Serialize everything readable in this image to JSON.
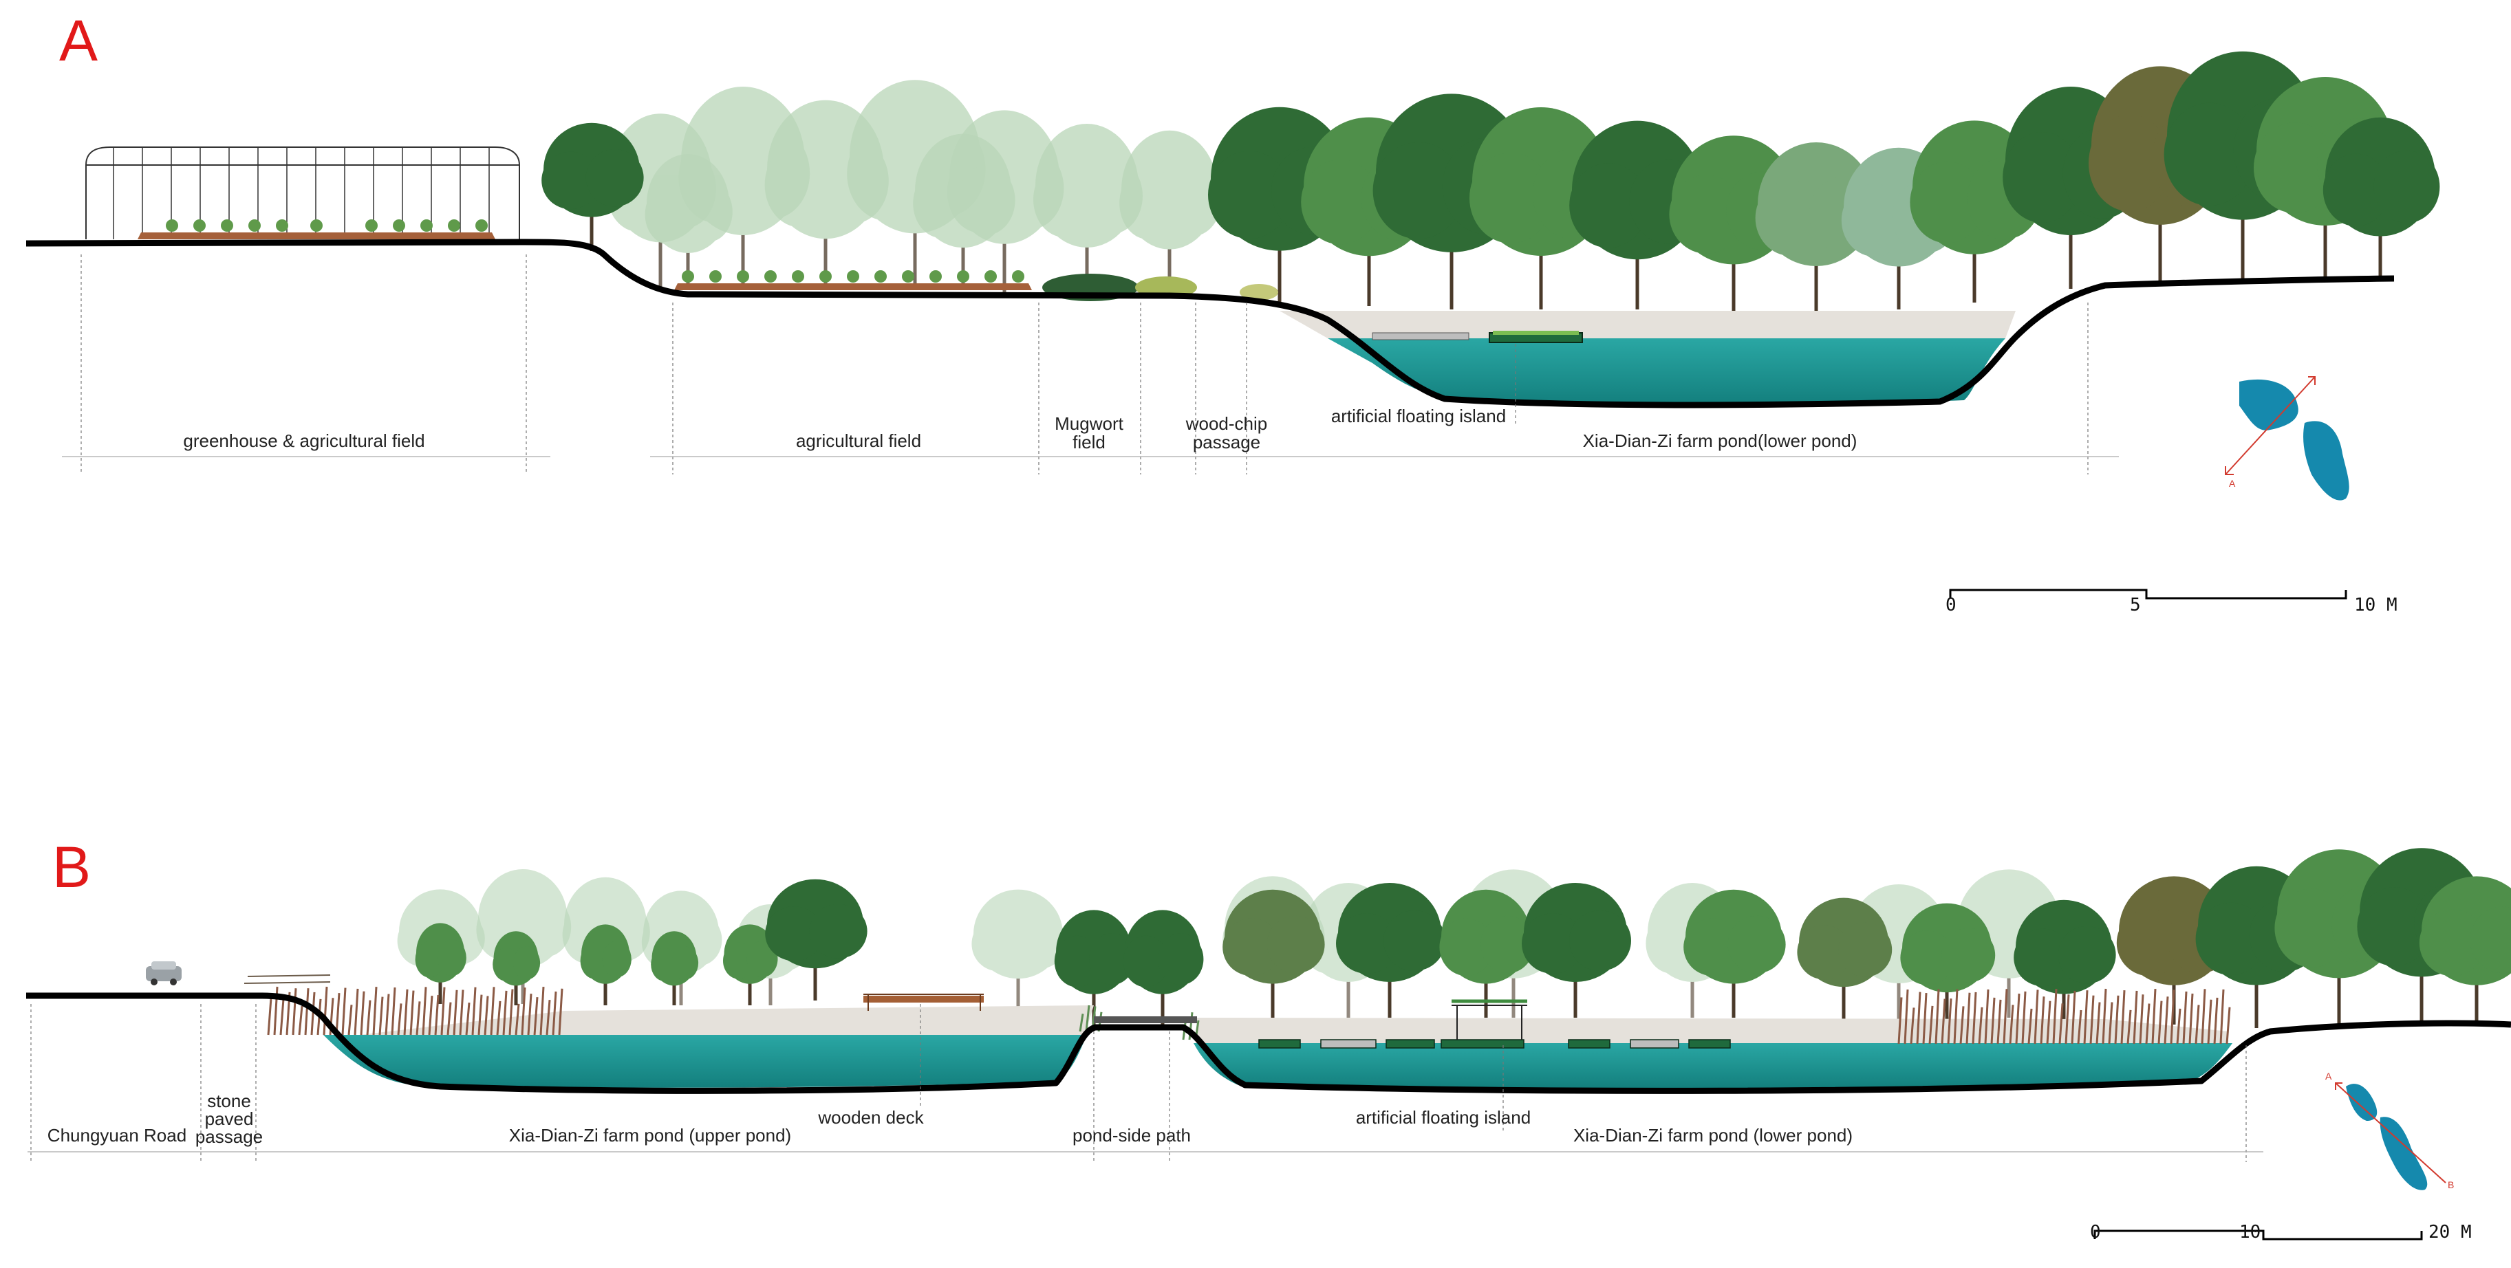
{
  "sections": {
    "a": {
      "letter": "A",
      "labels": {
        "greenhouse": "greenhouse & agricultural field",
        "agri": "agricultural field",
        "mugwort_1": "Mugwort",
        "mugwort_2": "field",
        "woodchip_1": "wood-chip",
        "woodchip_2": "passage",
        "island": "artificial floating island",
        "lower_pond": "Xia-Dian-Zi farm pond(lower pond)"
      },
      "scale": {
        "t0": "0",
        "t1": "5",
        "t2": "10 M"
      },
      "key_map": {
        "marker_start": "A"
      }
    },
    "b": {
      "letter": "B",
      "labels": {
        "road": "Chungyuan Road",
        "stone_1": "stone",
        "stone_2": "paved",
        "stone_3": "passage",
        "upper_pond": "Xia-Dian-Zi farm pond (upper pond)",
        "deck": "wooden deck",
        "path": "pond-side path",
        "island": "artificial floating island",
        "lower_pond": "Xia-Dian-Zi farm pond (lower pond)"
      },
      "scale": {
        "t0": "0",
        "t1": "10",
        "t2": "20 M"
      },
      "key_map": {
        "marker_start": "A",
        "marker_end": "B"
      }
    }
  },
  "colors": {
    "section_letter": "#e11919",
    "water": "#1a9c9a",
    "ground_line": "#000000",
    "tree_dark": "#2f6b35",
    "tree_mid": "#4f8f4a",
    "tree_faded": "#b9d6b8",
    "key_map_fill": "#1589ad",
    "key_map_line": "#d23a2e"
  }
}
